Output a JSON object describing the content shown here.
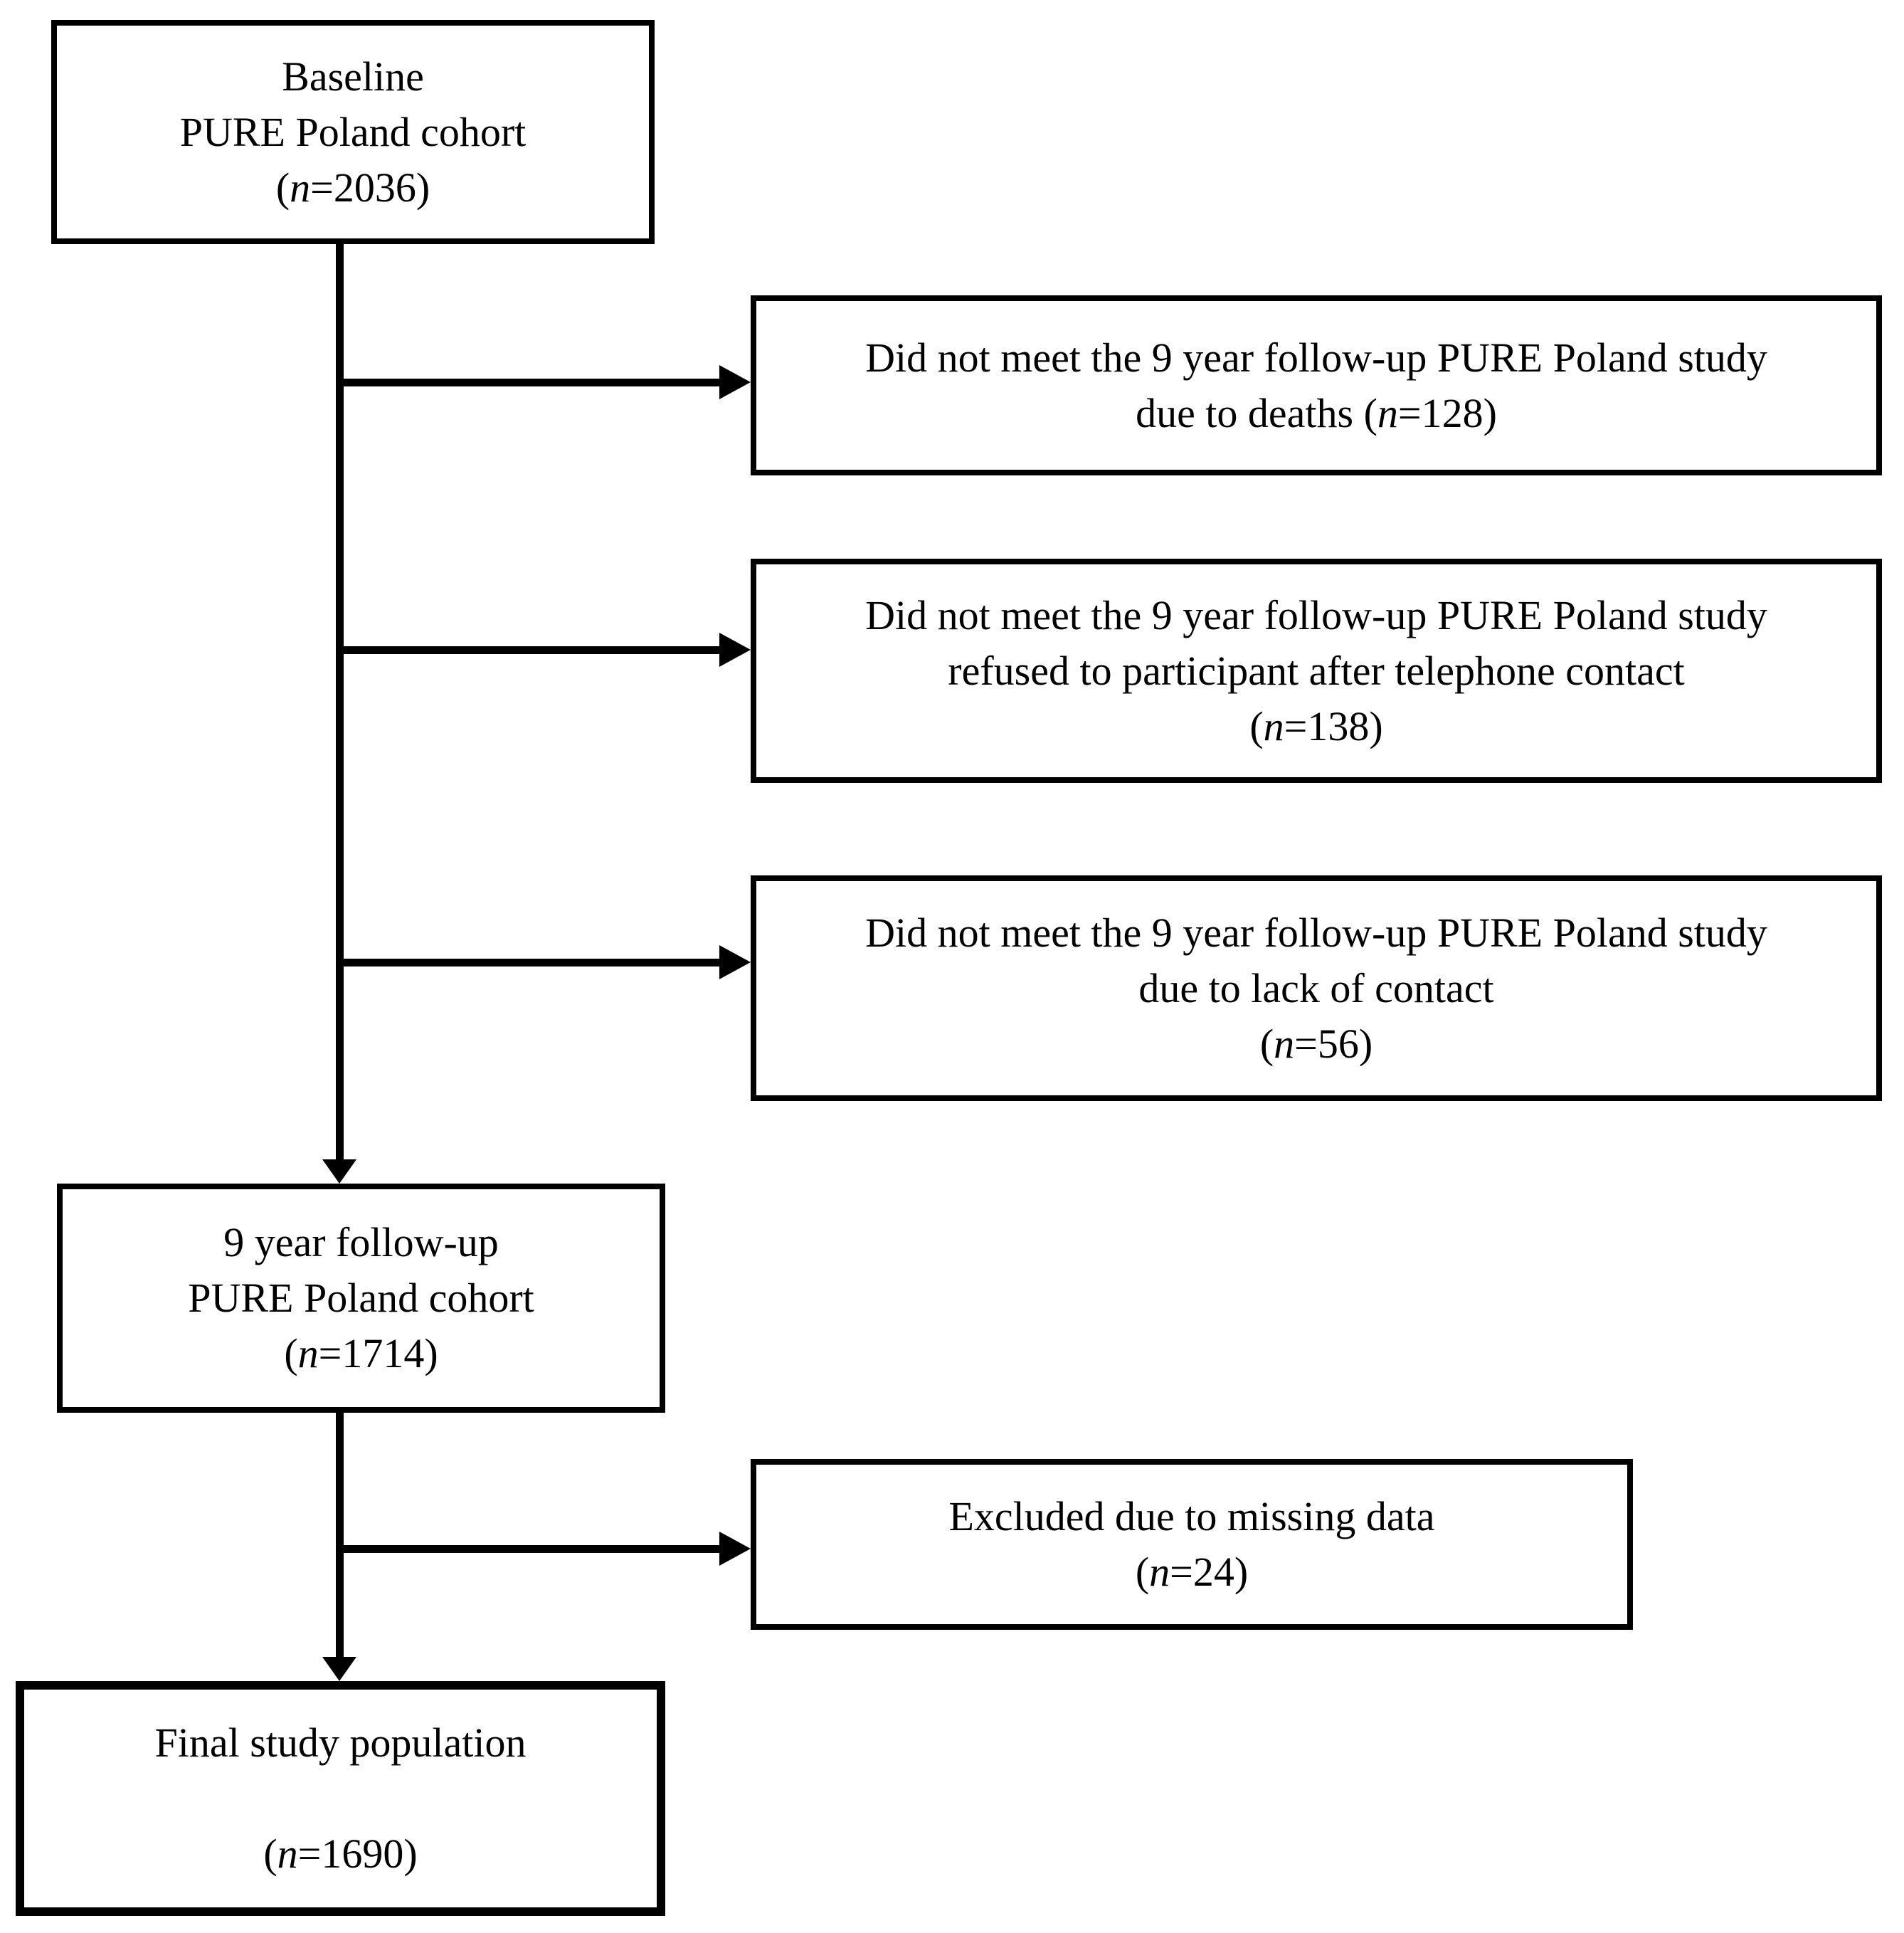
{
  "figure": {
    "type": "study-flow-diagram",
    "background": "#ffffff",
    "line_color": "#000000",
    "boxes": [
      {
        "id": "baseline-cohort",
        "lines": [
          [
            "Baseline"
          ],
          [
            "PURE Poland cohort"
          ],
          [
            "(",
            "n",
            "=2036)"
          ]
        ]
      },
      {
        "id": "excluded-deaths",
        "lines": [
          [
            "Did not meet the 9 year follow-up PURE Poland study"
          ],
          [
            "due to deaths (",
            "n",
            "=128)"
          ]
        ]
      },
      {
        "id": "excluded-refused",
        "lines": [
          [
            "Did not meet the 9 year follow-up PURE Poland study"
          ],
          [
            "refused to participant after telephone contact"
          ],
          [
            "(",
            "n",
            "=138)"
          ]
        ]
      },
      {
        "id": "excluded-no-contact",
        "lines": [
          [
            "Did not meet the 9 year follow-up PURE Poland study"
          ],
          [
            "due to lack of contact"
          ],
          [
            "(",
            "n",
            "=56)"
          ]
        ]
      },
      {
        "id": "followup-cohort",
        "lines": [
          [
            "9 year follow-up"
          ],
          [
            "PURE Poland cohort"
          ],
          [
            "(",
            "n",
            "=1714)"
          ]
        ]
      },
      {
        "id": "excluded-missing-data",
        "lines": [
          [
            "Excluded due to missing data"
          ],
          [
            "(",
            "n",
            "=24)"
          ]
        ]
      },
      {
        "id": "final-population",
        "lines": [
          [
            "Final study population"
          ],
          [
            "(",
            "n",
            "=1690)"
          ]
        ]
      }
    ]
  }
}
